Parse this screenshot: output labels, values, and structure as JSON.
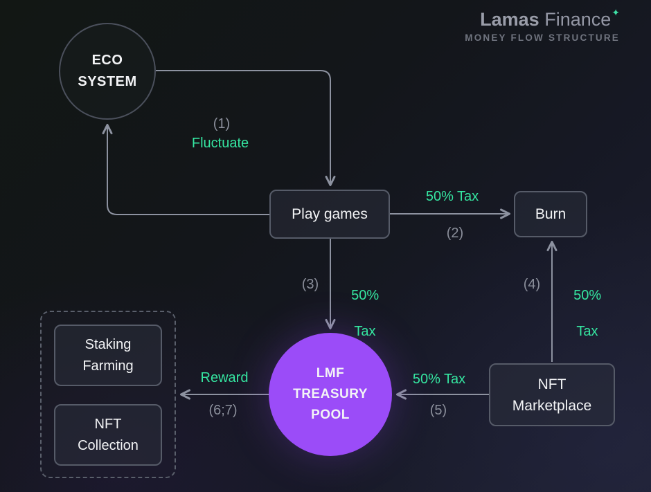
{
  "brand": {
    "name_bold": "Lamas",
    "name_light": " Finance",
    "sparkle": "✦",
    "subtitle": "MONEY FLOW STRUCTURE"
  },
  "nodes": {
    "ecosystem": {
      "line1": "ECO",
      "line2": "SYSTEM"
    },
    "play_games": {
      "label": "Play games"
    },
    "burn": {
      "label": "Burn"
    },
    "treasury_pool": {
      "line1": "LMF",
      "line2": "TREASURY",
      "line3": "POOL"
    },
    "nft_marketplace": {
      "line1": "NFT",
      "line2": "Marketplace"
    },
    "staking_farming": {
      "line1": "Staking",
      "line2": "Farming"
    },
    "nft_collection": {
      "line1": "NFT",
      "line2": "Collection"
    }
  },
  "edges": {
    "fluctuate": {
      "number": "(1)",
      "label": "Fluctuate"
    },
    "play_to_burn": {
      "number": "(2)",
      "label": "50% Tax"
    },
    "play_to_pool": {
      "number": "(3)",
      "label_line1": "50%",
      "label_line2": "Tax"
    },
    "nft_to_burn": {
      "number": "(4)",
      "label_line1": "50%",
      "label_line2": "Tax"
    },
    "nft_to_pool": {
      "number": "(5)",
      "label": "50% Tax"
    },
    "pool_to_rewards": {
      "number": "(6;7)",
      "label": "Reward"
    }
  },
  "colors": {
    "accent_green": "#35e6a1",
    "accent_purple": "#9b4cf8",
    "line_gray": "#8d92a0",
    "background_dark": "#14161c"
  }
}
